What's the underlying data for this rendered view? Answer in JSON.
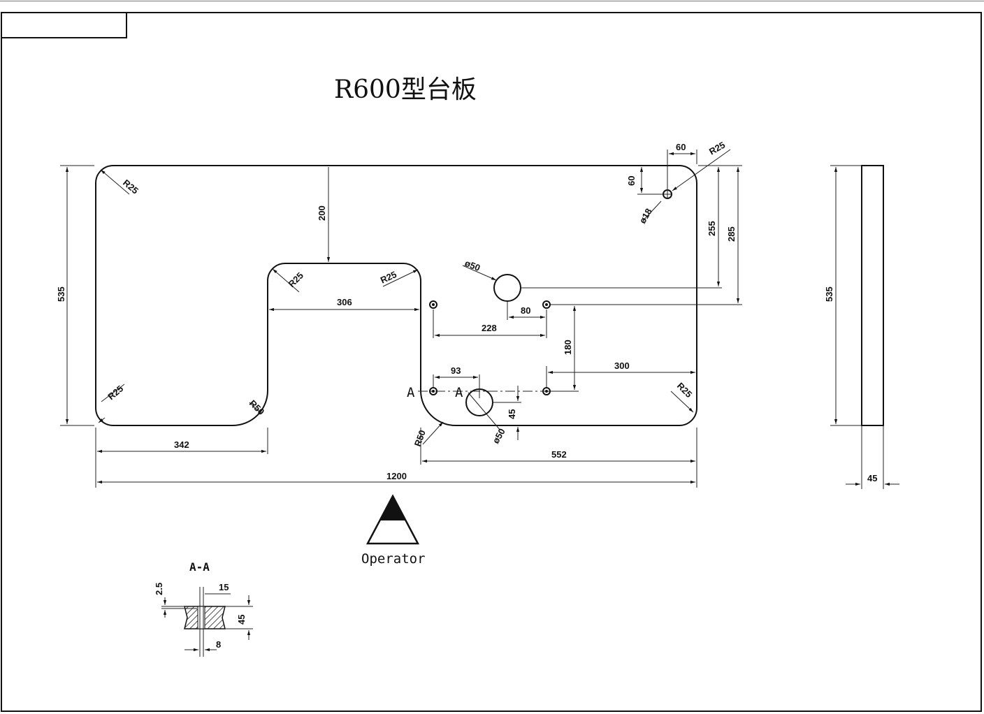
{
  "title": "R600型台板",
  "operator_label": "Operator",
  "section_label": "A-A",
  "section_marker": "A",
  "dims": {
    "d1200": "1200",
    "d342": "342",
    "d552": "552",
    "d535_left": "535",
    "d535_side": "535",
    "d45_side": "45",
    "d200": "200",
    "d306": "306",
    "d228": "228",
    "d80": "80",
    "d180": "180",
    "d300": "300",
    "d93": "93",
    "d45_hole": "45",
    "d255": "255",
    "d285": "285",
    "d60_h": "60",
    "d60_v": "60",
    "dia18": "ø18",
    "dia50_top": "ø50",
    "dia50_bot": "ø50",
    "r25_tl": "R25",
    "r25_bl": "R25",
    "r50_notch_bl": "R50",
    "r25_notch_tl": "R25",
    "r25_notch_tr": "R25",
    "r50_br_notch": "R50",
    "r25_br": "R25",
    "r25_tr": "R25",
    "sec_25": "2.5",
    "sec_15": "15",
    "sec_45": "45",
    "sec_8": "8"
  }
}
